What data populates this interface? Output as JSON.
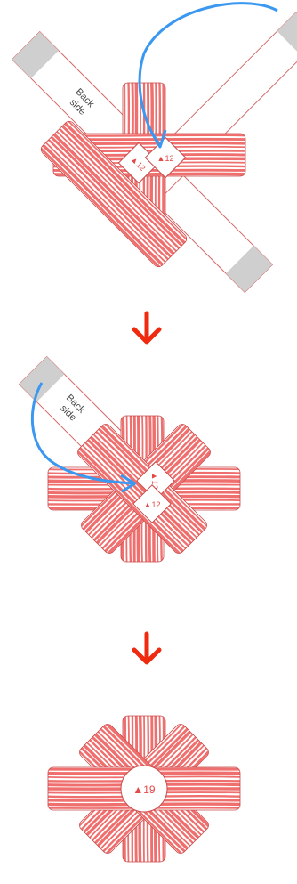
{
  "colors": {
    "ribbon_stripe": "#ef6f6e",
    "ribbon_gap": "#ffffff",
    "ribbon_outline": "#c94a49",
    "paper_outline": "#d46b6a",
    "tab_fill": "#cfcfcf",
    "fold_arrow": "#3a98f0",
    "step_arrow": "#f02a0f",
    "text_mark": "#e24a48",
    "label_text": "#4a4a4a"
  },
  "steps": [
    {
      "back_label_lines": [
        "Back",
        "side"
      ],
      "tab_labels": [
        "▲12",
        "▲12"
      ],
      "fold_arrow_icon": "curved-fold-arrow"
    },
    {
      "back_label_lines": [
        "Back",
        "side"
      ],
      "tab_labels": [
        "▲12",
        "▲12"
      ],
      "fold_arrow_icon": "curved-fold-arrow"
    },
    {
      "center_label": "▲19"
    }
  ],
  "step_arrow_icon": "down-arrow"
}
